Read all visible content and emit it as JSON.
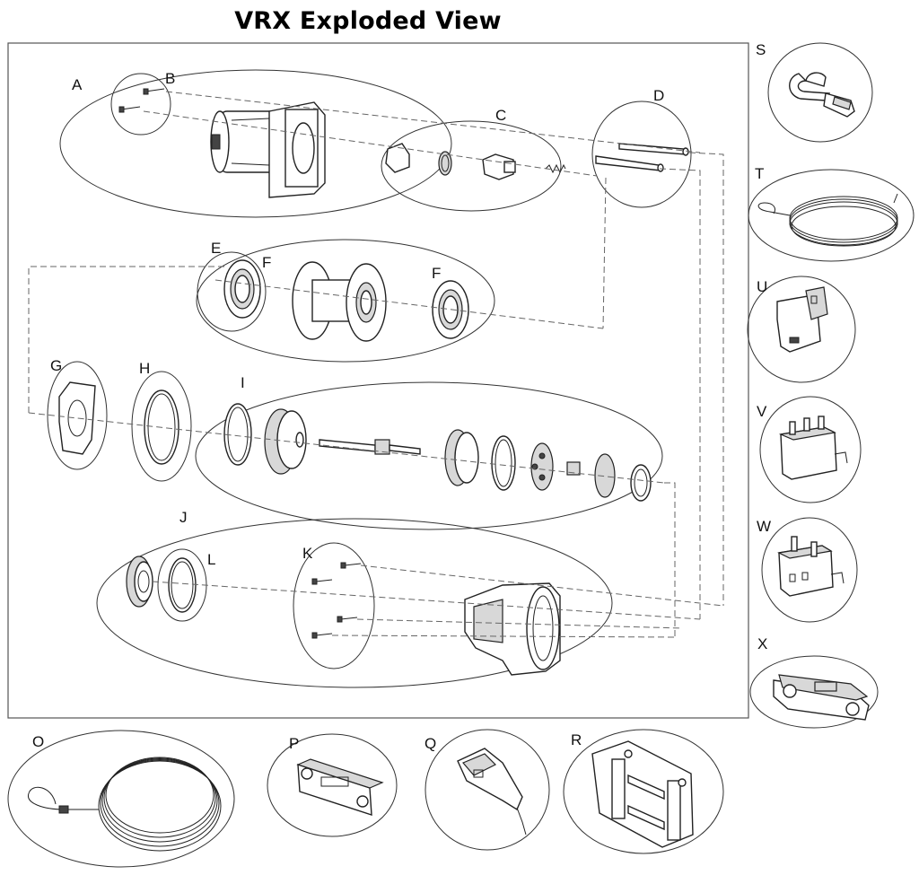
{
  "title": "VRX Exploded View",
  "parts": [
    {
      "key": "A",
      "label": "A"
    },
    {
      "key": "B",
      "label": "B"
    },
    {
      "key": "C",
      "label": "C"
    },
    {
      "key": "D",
      "label": "D"
    },
    {
      "key": "E",
      "label": "E"
    },
    {
      "key": "F1",
      "label": "F"
    },
    {
      "key": "F2",
      "label": "F"
    },
    {
      "key": "G",
      "label": "G"
    },
    {
      "key": "H",
      "label": "H"
    },
    {
      "key": "I",
      "label": "I"
    },
    {
      "key": "J",
      "label": "J"
    },
    {
      "key": "K",
      "label": "K"
    },
    {
      "key": "L",
      "label": "L"
    },
    {
      "key": "O",
      "label": "O"
    },
    {
      "key": "P",
      "label": "P"
    },
    {
      "key": "Q",
      "label": "Q"
    },
    {
      "key": "R",
      "label": "R"
    },
    {
      "key": "S",
      "label": "S"
    },
    {
      "key": "T",
      "label": "T"
    },
    {
      "key": "U",
      "label": "U"
    },
    {
      "key": "V",
      "label": "V"
    },
    {
      "key": "W",
      "label": "W"
    },
    {
      "key": "X",
      "label": "X"
    }
  ],
  "colors": {
    "line": "#222222",
    "fill": "#ffffff",
    "shade": "#d8d8d8"
  }
}
